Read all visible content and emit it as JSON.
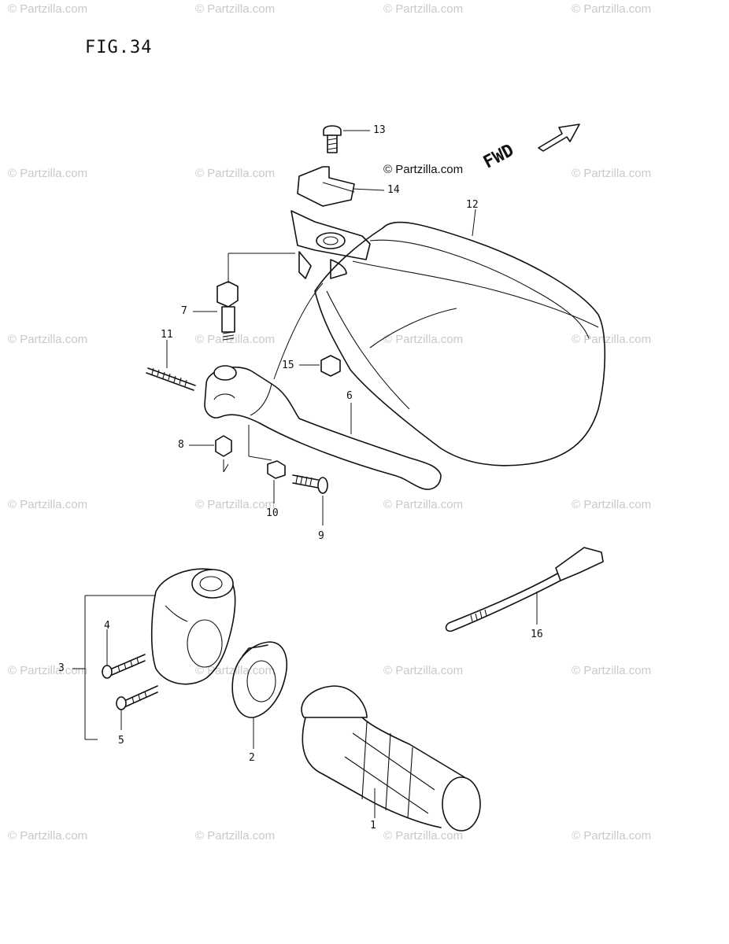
{
  "figure": {
    "title": "FIG.34",
    "copyright": "© Partzilla.com",
    "direction_label": "FWD"
  },
  "watermark": {
    "text": "© Partzilla.com",
    "color": "#c9c9c9"
  },
  "callouts": {
    "c1": "1",
    "c2": "2",
    "c3": "3",
    "c4": "4",
    "c5": "5",
    "c6": "6",
    "c7": "7",
    "c8": "8",
    "c9": "9",
    "c10": "10",
    "c11": "11",
    "c12": "12",
    "c13": "13",
    "c14": "14",
    "c15": "15",
    "c16": "16"
  }
}
